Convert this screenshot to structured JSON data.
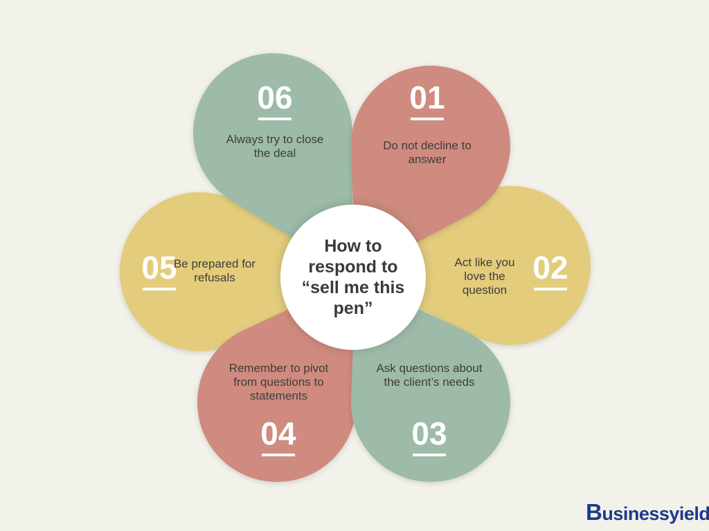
{
  "title": "How to respond to “sell me this pen”",
  "colors": {
    "green": "#9dbba8",
    "red": "#cf8b7f",
    "yellow": "#e3cc7b",
    "background": "#f2f1ea"
  },
  "steps": [
    {
      "number": "01",
      "text": "Do not decline to answer",
      "color": "red"
    },
    {
      "number": "02",
      "text": "Act like you love the question",
      "color": "yellow"
    },
    {
      "number": "03",
      "text": "Ask questions about the client’s needs",
      "color": "green"
    },
    {
      "number": "04",
      "text": "Remember to pivot from questions to statements",
      "color": "red"
    },
    {
      "number": "05",
      "text": "Be prepared for refusals",
      "color": "yellow"
    },
    {
      "number": "06",
      "text": "Always try to close the deal",
      "color": "green"
    }
  ],
  "logo": {
    "initial": "B",
    "rest": "usinessyield"
  }
}
